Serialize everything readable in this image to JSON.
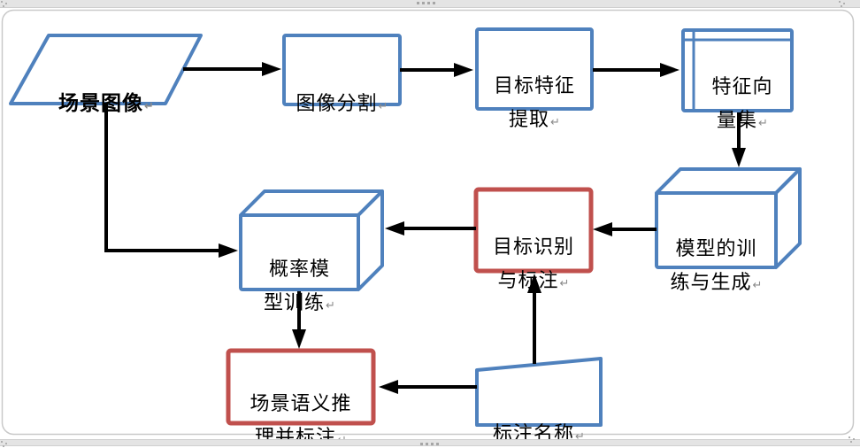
{
  "meta": {
    "paragraph_mark": "↵"
  },
  "colors": {
    "node_border_blue": "#4f81bd",
    "node_border_red": "#c0504d",
    "box_side_gray": "#d9d9d9",
    "arrow_black": "#000000",
    "canvas_border_gray": "#c9c9c9"
  },
  "nodes": {
    "scene_image": {
      "label": "场景图像",
      "shape": "parallelogram"
    },
    "image_segmentation": {
      "label": "图像分割",
      "shape": "rectangle"
    },
    "target_feature_extraction": {
      "label": "目标特征\n提取",
      "shape": "rectangle"
    },
    "feature_vector_set": {
      "label": "特征向\n量集",
      "shape": "internal-storage"
    },
    "model_training_generation": {
      "label": "模型的训\n练与生成",
      "shape": "cube"
    },
    "target_recognition_annotation": {
      "label": "目标识别\n与标注",
      "shape": "rectangle-red"
    },
    "probability_model_training": {
      "label": "概率模\n型训练",
      "shape": "cube"
    },
    "scene_semantic_inference": {
      "label": "场景语义推\n理并标注",
      "shape": "rectangle-red"
    },
    "annotation_name": {
      "label": "标注名称",
      "shape": "manual-input"
    }
  },
  "edges": [
    {
      "from": "scene_image",
      "to": "image_segmentation"
    },
    {
      "from": "image_segmentation",
      "to": "target_feature_extraction"
    },
    {
      "from": "target_feature_extraction",
      "to": "feature_vector_set"
    },
    {
      "from": "feature_vector_set",
      "to": "model_training_generation"
    },
    {
      "from": "model_training_generation",
      "to": "target_recognition_annotation"
    },
    {
      "from": "target_recognition_annotation",
      "to": "probability_model_training"
    },
    {
      "from": "scene_image",
      "to": "probability_model_training"
    },
    {
      "from": "probability_model_training",
      "to": "scene_semantic_inference"
    },
    {
      "from": "annotation_name",
      "to": "target_recognition_annotation"
    },
    {
      "from": "annotation_name",
      "to": "scene_semantic_inference"
    }
  ]
}
